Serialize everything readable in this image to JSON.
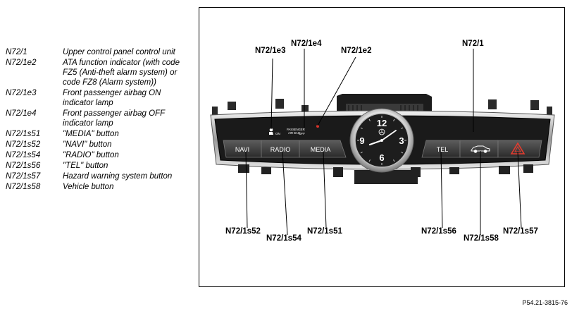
{
  "legend": [
    {
      "code": "N72/1",
      "desc": "Upper control panel control unit"
    },
    {
      "code": "N72/1e2",
      "desc": "ATA function indicator (with code FZ5 (Anti-theft alarm system) or code FZ8 (Alarm system))"
    },
    {
      "code": "N72/1e3",
      "desc": "Front passenger airbag ON indicator lamp"
    },
    {
      "code": "N72/1e4",
      "desc": "Front passenger airbag OFF indicator lamp"
    },
    {
      "code": "N72/1s51",
      "desc": "\"MEDIA\" button"
    },
    {
      "code": "N72/1s52",
      "desc": "\"NAVI\" button"
    },
    {
      "code": "N72/1s54",
      "desc": "\"RADIO\" button"
    },
    {
      "code": "N72/1s56",
      "desc": "\"TEL\" button"
    },
    {
      "code": "N72/1s57",
      "desc": "Hazard warning system button"
    },
    {
      "code": "N72/1s58",
      "desc": "Vehicle button"
    }
  ],
  "callouts": {
    "e3": "N72/1e3",
    "e4": "N72/1e4",
    "e2": "N72/1e2",
    "unit": "N72/1",
    "s52": "N72/1s52",
    "s54": "N72/1s54",
    "s51": "N72/1s51",
    "s56": "N72/1s56",
    "s58": "N72/1s58",
    "s57": "N72/1s57"
  },
  "panel": {
    "buttons": {
      "navi": "NAVI",
      "radio": "RADIO",
      "media": "MEDIA",
      "tel": "TEL"
    },
    "airbag_text_line1": "PASSENGER",
    "airbag_text_line2": "AIR BAG",
    "airbag_on": "ON",
    "airbag_off": "OFF",
    "clock_numerals": {
      "n12": "12",
      "n3": "3",
      "n6": "6",
      "n9": "9"
    },
    "icons": [
      "vehicle-icon",
      "hazard-triangle-icon",
      "airbag-seat-icon"
    ]
  },
  "reference": "P54.21-3815-76"
}
